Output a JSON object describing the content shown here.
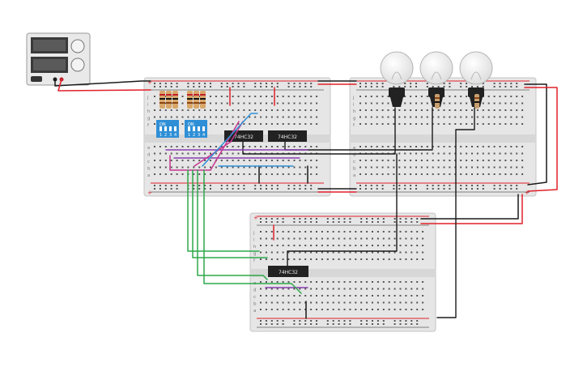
{
  "chips": [
    {
      "id": "chip-1",
      "label": "74HC32"
    },
    {
      "id": "chip-2",
      "label": "74HC32"
    },
    {
      "id": "chip-3",
      "label": "74HC32"
    }
  ],
  "dip_switches": [
    {
      "id": "dip-1",
      "on_label": "ON",
      "positions": [
        "1",
        "2",
        "3",
        "4"
      ]
    },
    {
      "id": "dip-2",
      "on_label": "ON",
      "positions": [
        "1",
        "2",
        "3",
        "4"
      ]
    }
  ],
  "breadboard_rows": [
    "a",
    "b",
    "c",
    "d",
    "e",
    "f",
    "g",
    "h",
    "i",
    "j"
  ],
  "rail_signs": [
    "+",
    "−"
  ],
  "colors": {
    "wire_red": "#e0202a",
    "wire_black": "#1a1a1a",
    "wire_green": "#2ea84a",
    "wire_purple": "#8a3fb0",
    "wire_magenta": "#c5378f",
    "wire_blue": "#2f8fd6",
    "switch_blue": "#2f8fd6",
    "breadboard": "#e6e6e6",
    "chip": "#222222"
  },
  "icons": [
    "power-supply-icon",
    "light-bulb-icon",
    "resistor-icon"
  ]
}
